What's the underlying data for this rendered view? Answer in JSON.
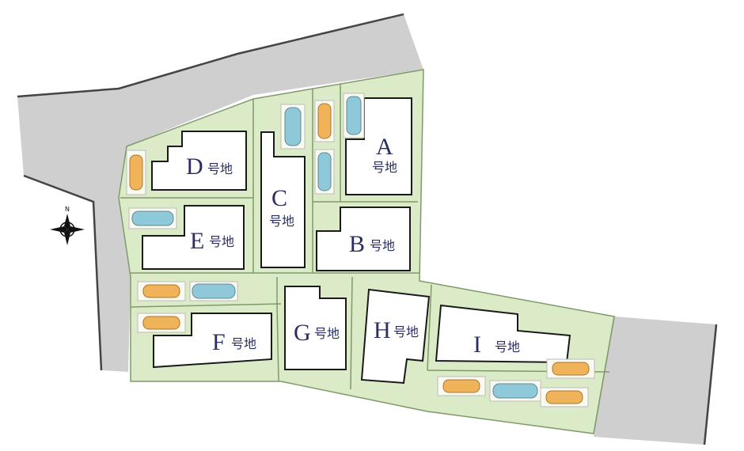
{
  "colors": {
    "road": "#cfcfcf",
    "lot_fill": "#dbebc8",
    "lot_border": "#7f9a6a",
    "building_fill": "#ffffff",
    "building_stroke": "#1a1a1a",
    "label_color": "#2a2f63",
    "car_blue": "#8fc8d8",
    "car_orange": "#f0b35a",
    "parking_pad": "#fbfaf0"
  },
  "compass": {
    "north_label": "N",
    "icon": "compass-rose-icon"
  },
  "lots": [
    {
      "id": "A",
      "letter": "A",
      "suffix": "号地"
    },
    {
      "id": "B",
      "letter": "B",
      "suffix": "号地"
    },
    {
      "id": "C",
      "letter": "C",
      "suffix": "号地"
    },
    {
      "id": "D",
      "letter": "D",
      "suffix": "号地"
    },
    {
      "id": "E",
      "letter": "E",
      "suffix": "号地"
    },
    {
      "id": "F",
      "letter": "F",
      "suffix": "号地"
    },
    {
      "id": "G",
      "letter": "G",
      "suffix": "号地"
    },
    {
      "id": "H",
      "letter": "H",
      "suffix": "号地"
    },
    {
      "id": "I",
      "letter": "I",
      "suffix": "号地"
    }
  ]
}
